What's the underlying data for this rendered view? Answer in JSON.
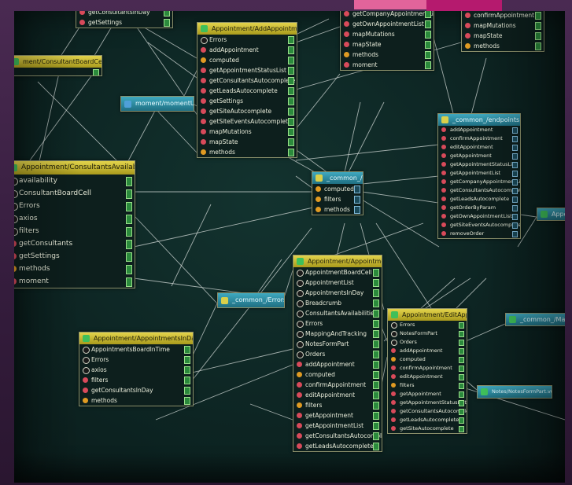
{
  "nodes": {
    "top_left": {
      "rows": [
        "getConsultantsInDay",
        "getSettings"
      ]
    },
    "add_appointment": {
      "title": "Appointment/AddAppointment.vue",
      "rows": [
        "Errors",
        "addAppointment",
        "computed",
        "getAppointmentStatusList",
        "getConsultantsAutocomplete",
        "getLeadsAutocomplete",
        "getSettings",
        "getSiteAutocomplete",
        "getSiteEventsAutocomplete",
        "mapMutations",
        "mapState",
        "methods"
      ]
    },
    "top_center_right": {
      "rows": [
        "getCompanyAppointmentList",
        "getOwnAppointmentList",
        "mapMutations",
        "mapState",
        "methods",
        "moment"
      ]
    },
    "top_right": {
      "rows": [
        "confirmAppointment",
        "mapMutations",
        "mapState",
        "methods"
      ]
    },
    "consultant_board_cell": {
      "title": "ment/ConsultantBoardCell.vue"
    },
    "moment_util": {
      "title": "moment/momentUtil.ts"
    },
    "common_endpoints": {
      "title": "_common_/endpoints.js",
      "rows": [
        "addAppointment",
        "confirmAppointment",
        "editAppointment",
        "getAppointment",
        "getAppointmentStatusList",
        "getAppointmentList",
        "getCompanyAppointmentList",
        "getConsultantsAutocomplete",
        "getLeadsAutocomplete",
        "getOrderByParam",
        "getOwnAppointmentList",
        "getSiteEventsAutocomplete",
        "removeOrder"
      ]
    },
    "consultants_availabilities": {
      "title": "Appointment/ConsultantsAvailabilities.vue",
      "rows": [
        "availability",
        "ConsultantBoardCell",
        "Errors",
        "axios",
        "filters",
        "getConsultants",
        "getSettings",
        "methods",
        "moment"
      ]
    },
    "common_util": {
      "title": "_common_/util.js",
      "rows": [
        "computed",
        "filters",
        "methods"
      ]
    },
    "far_right_stub": {
      "title": "Appoi"
    },
    "appointment": {
      "title": "Appointment/Appointment.vue",
      "rows": [
        "AppointmentBoardCell",
        "AppointmentList",
        "AppointmentsInDay",
        "Breadcrumb",
        "ConsultantsAvailabilities",
        "Errors",
        "MappingAndTracking",
        "NotesFormPart",
        "Orders",
        "addAppointment",
        "computed",
        "confirmAppointment",
        "editAppointment",
        "filters",
        "getAppointment",
        "getAppointmentList",
        "getConsultantsAutocomplete",
        "getLeadsAutocomplete"
      ]
    },
    "common_errors": {
      "title": "_common_/Errors.js"
    },
    "appointments_in_day": {
      "title": "Appointment/AppointmentsInDay.vue",
      "rows": [
        "AppointmentsBoardInTime",
        "Errors",
        "axios",
        "filters",
        "getConsultantsInDay",
        "methods"
      ]
    },
    "edit_appointment": {
      "title": "Appointment/EditAppointment.vue",
      "rows": [
        "Errors",
        "NotesFormPart",
        "Orders",
        "addAppointment",
        "computed",
        "confirmAppointment",
        "editAppointment",
        "filters",
        "getAppointment",
        "getAppointmentStatusList",
        "getConsultantsAutocomplete",
        "getLeadsAutocomplete",
        "getSiteAutocomplete"
      ]
    },
    "mapping_right": {
      "title": "_common_/MappingAndT"
    },
    "notes_form_part": {
      "title": "Notes/NotesFormPart.vue"
    }
  },
  "colors": {
    "node_header": "#c9b83a",
    "teal_header": "#2a8fa6",
    "wire": "#dfe6e2",
    "screen": "#0d2523",
    "accent_pink": "#e2649b",
    "accent_magenta": "#b51a6e"
  }
}
